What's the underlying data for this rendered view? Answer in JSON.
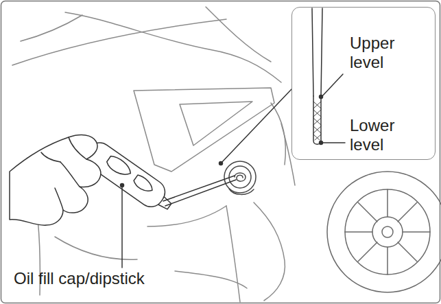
{
  "diagram": {
    "nodes": [
      {
        "text": [
          "Upper level",
          "Lower level"
        ]
      }
    ],
    "labels": [
      "Oil fill cap/dipstick"
    ]
  }
}
